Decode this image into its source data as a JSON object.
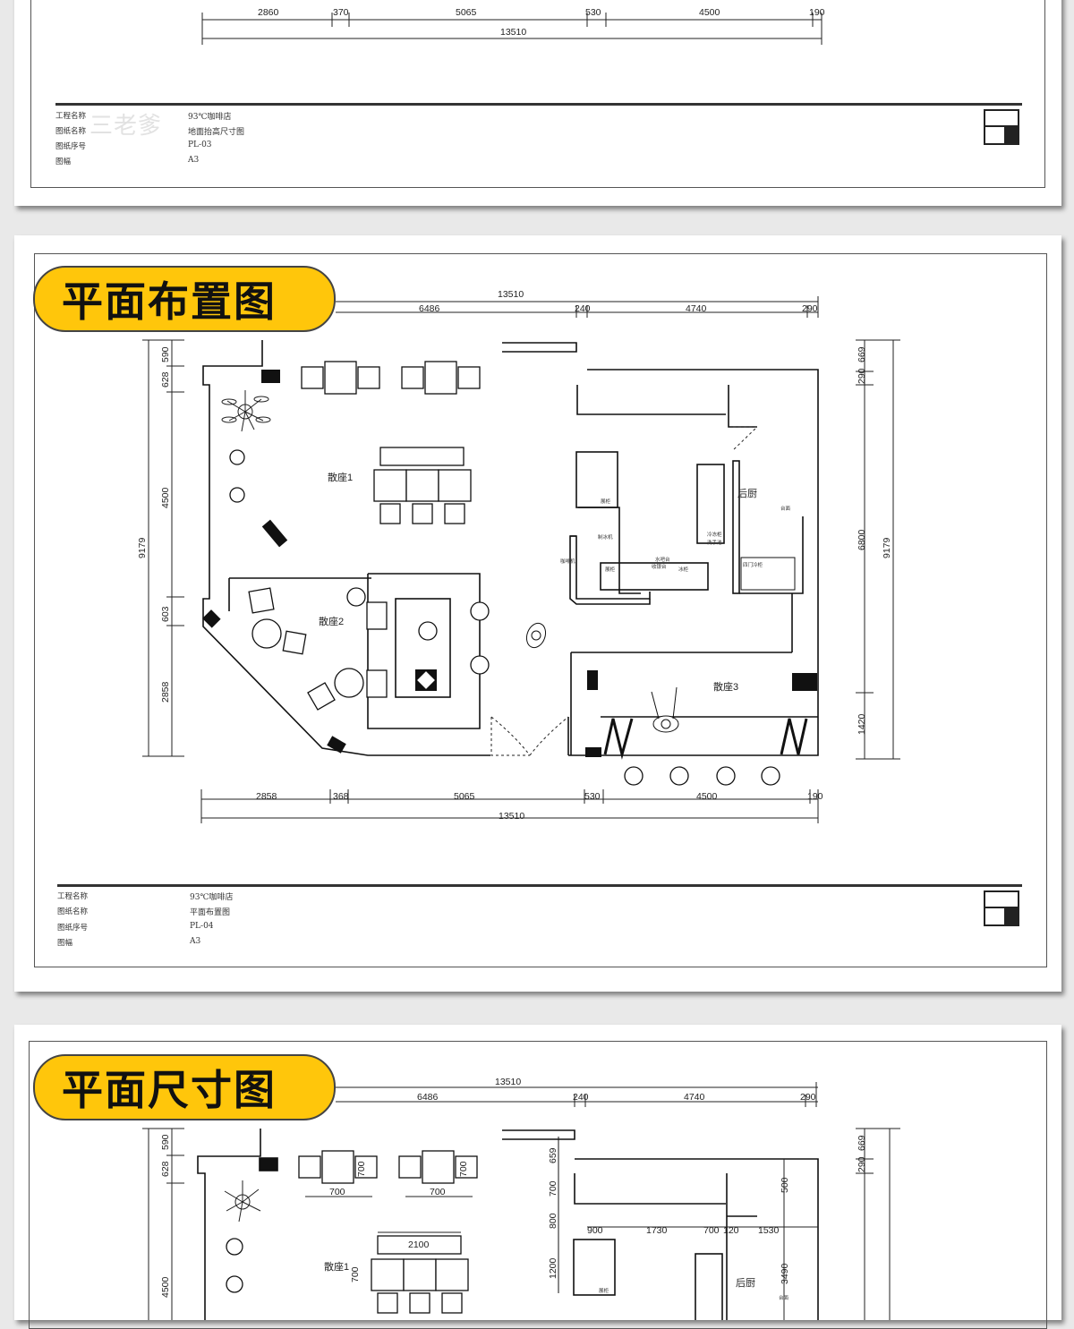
{
  "sheet1": {
    "dims_bottom": [
      "2860",
      "370",
      "5065",
      "530",
      "4500",
      "190"
    ],
    "dim_total": "13510",
    "title_block": {
      "project_label": "工程名称",
      "project": "93℃咖啡店",
      "name_label": "图纸名称",
      "name": "地面抬高尺寸图",
      "number_label": "图纸序号",
      "number": "PL-03",
      "size_label": "图幅",
      "size": "A3"
    },
    "watermark": "三老爹"
  },
  "sheet2": {
    "badge": "平面布置图",
    "dims_top": {
      "total": "13510",
      "a": "6486",
      "b": "240",
      "c": "4740",
      "d": "290"
    },
    "dims_bottom": [
      "2858",
      "368",
      "5065",
      "530",
      "4500",
      "190"
    ],
    "dim_total": "13510",
    "dims_left": [
      "590",
      "628",
      "4500",
      "603",
      "2858"
    ],
    "dim_left_total": "9179",
    "dims_right": [
      "669",
      "290",
      "6800",
      "1420"
    ],
    "dim_right_total": "9179",
    "rooms": [
      "散座1",
      "散座2",
      "散座3",
      "后厨"
    ],
    "small_labels": [
      "展柜",
      "制冰机",
      "冷冻柜",
      "洗手池",
      "台面",
      "四门冷柜",
      "咖啡机",
      "展柜",
      "收银台",
      "冰柜",
      "水吧台"
    ],
    "title_block": {
      "project_label": "工程名称",
      "project": "93℃咖啡店",
      "name_label": "图纸名称",
      "name": "平面布置图",
      "number_label": "图纸序号",
      "number": "PL-04",
      "size_label": "图幅",
      "size": "A3"
    }
  },
  "sheet3": {
    "badge": "平面尺寸图",
    "dims_top": {
      "total": "13510",
      "a": "6486",
      "b": "240",
      "c": "4740",
      "d": "290"
    },
    "dims_left": [
      "590",
      "628",
      "4500"
    ],
    "dims_right": [
      "669",
      "290"
    ],
    "furniture_dims": [
      "700",
      "700",
      "700",
      "700",
      "2100",
      "700"
    ],
    "column_dims": [
      "659",
      "700",
      "800",
      "1200"
    ],
    "kitchen_dims": [
      "900",
      "1730",
      "700",
      "120",
      "1530",
      "500",
      "3490"
    ],
    "rooms": [
      "散座1",
      "后厨"
    ],
    "small_labels": [
      "展柜",
      "台面"
    ]
  },
  "colors": {
    "accent": "#ffc60b",
    "background": "#e9e9e9",
    "line": "#111111"
  }
}
